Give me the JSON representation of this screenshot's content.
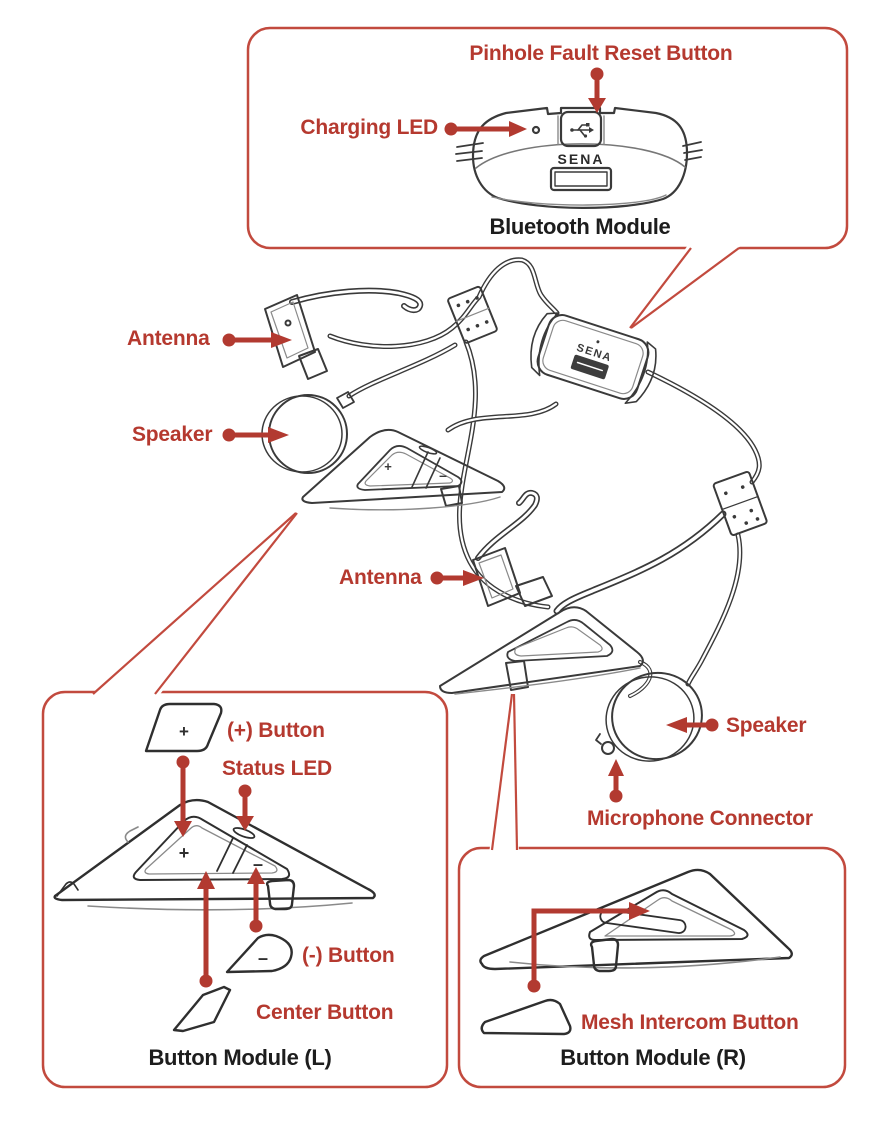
{
  "colors": {
    "accent_red": "#b5392f",
    "box_border": "#c24a3e",
    "line_dark": "#3a3a3a",
    "caption_black": "#1d1d1d"
  },
  "brand": {
    "logo_text": "SENA"
  },
  "glyphs": {
    "plus": "+",
    "minus": "–"
  },
  "top_callout": {
    "pinhole_label": "Pinhole Fault Reset Button",
    "charging_label": "Charging LED",
    "caption": "Bluetooth Module"
  },
  "main_labels": {
    "antenna_left": "Antenna",
    "speaker_left": "Speaker",
    "antenna_right": "Antenna",
    "speaker_right": "Speaker",
    "microphone_connector": "Microphone Connector"
  },
  "left_callout": {
    "plus_label": "(+) Button",
    "status_led_label": "Status LED",
    "minus_label": "(-) Button",
    "center_label": "Center Button",
    "caption": "Button Module (L)"
  },
  "right_callout": {
    "mesh_label": "Mesh Intercom Button",
    "caption": "Button Module (R)"
  }
}
